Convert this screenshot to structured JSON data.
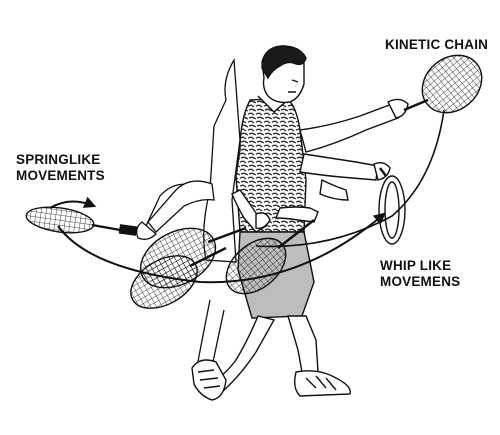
{
  "labels": {
    "kinetic_chain": "KINETIC CHAIN",
    "springlike_line1": "SPRINGLIKE",
    "springlike_line2": "MOVEMENTS",
    "whiplike_line1": "WHIP LIKE",
    "whiplike_line2": "MOVEMENS"
  },
  "colors": {
    "ink": "#111111",
    "background": "#ffffff",
    "skin": "#ffffff",
    "hair": "#1a1a1a"
  },
  "icons": {
    "racket_positions": [
      "racket-backswing-icon",
      "racket-low-1-icon",
      "racket-low-2-icon",
      "racket-low-3-icon",
      "racket-contact-icon",
      "racket-followthrough-icon"
    ]
  }
}
